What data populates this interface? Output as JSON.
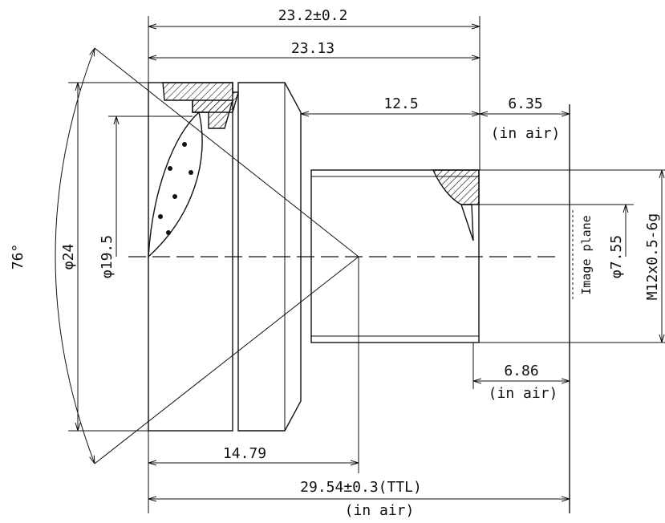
{
  "title": "M12 lens mechanical drawing",
  "dimensions": {
    "overall_length": "23.2±0.2",
    "body_length": "23.13",
    "thread_length": "12.5",
    "back_focal_air": "6.35",
    "back_focal_air_note": "(in air)",
    "field_angle": "76°",
    "outer_diameter": "φ24",
    "front_aperture": "φ19.5",
    "image_plane_label": "Image plane",
    "rear_aperture": "φ7.55",
    "thread_spec": "M12x0.5-6g",
    "flange_to_image": "6.86",
    "flange_to_image_note": "(in air)",
    "front_to_nodal": "14.79",
    "ttl": "29.54±0.3(TTL)",
    "ttl_note": "(in air)"
  }
}
